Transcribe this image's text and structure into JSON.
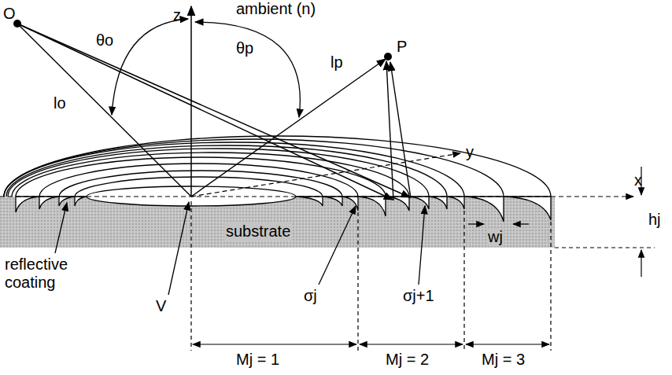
{
  "diagram": {
    "labels": [
      "O",
      "θo",
      "z",
      "ambient (n)",
      "θp",
      "P",
      "lo",
      "lp",
      "y",
      "x",
      "hj",
      "substrate",
      "reflective coating",
      "σj",
      "σj+1",
      "wj",
      "V",
      "Mj = 1",
      "Mj = 2",
      "Mj = 3"
    ]
  }
}
